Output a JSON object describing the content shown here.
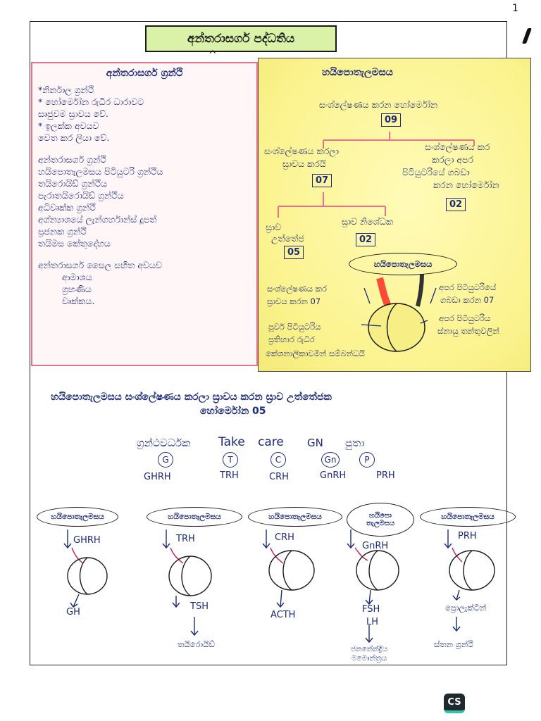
{
  "page": {
    "number": "1"
  },
  "title": "අන්තරාසර්ග පද්ධතිය",
  "left_panel": {
    "heading": "අන්තරාසර්ග ග්‍රන්ථි",
    "lines_a": [
      "*නිර්නාල ග්‍රන්ථි",
      "* හෝර්මෝන රුධිර ධාරාවට",
      "සෘජුවම ස්‍රාවය වේ.",
      "* ඉලක්ක අවයව",
      "වෙත කර ලියා වේ."
    ],
    "section2_title": "අන්තරාසර්ග ග්‍රන්ථි",
    "lines_b": [
      "හයිපොතැලමසය පිටියුටරි ග්‍රන්ථිය",
      "තයිරොයිඩ් ග්‍රන්ථිය",
      "පැරාතයිරොයිඩ් ග්‍රන්ථිය",
      "අධිවෘක්ක ග්‍රන්ථි",
      "අග්න්‍යාශයේ ලැන්ගර්හාන්ස් දූපත්",
      "ප්‍රජනක ග්‍රන්ථි",
      "තයිමස කේතුදේහය"
    ],
    "section3_title": "අන්තරාසර්ග සෛල සහිත අවයව",
    "lines_c": [
      "ආමාශය",
      "ග්‍රහණිය",
      "වෘක්කය."
    ]
  },
  "right_panel": {
    "heading": "හයිපොතැලමසය",
    "top_label": "සංශ්ලේෂණය කරන හෝර්මෝන",
    "top_count": "09",
    "left_label_1": "සංශ්ලේෂණය කරලා",
    "left_label_2": "ස්‍රාවය කරයි",
    "left_count": "07",
    "right_label_1": "සංශ්ලේෂණය කර",
    "right_label_2": "කරලා අපර",
    "right_label_3": "පිටියුටරියේ ගබඩා",
    "right_label_4": "කරන හෝර්මෝන",
    "right_count": "02",
    "sub_left_1": "ස්‍රාව",
    "sub_left_2": "උත්තේජ",
    "sub_left_count": "05",
    "sub_right": "ස්‍රාව නිශේධක",
    "sub_right_count": "02",
    "diagram_label": "හයිපොතැලමසය",
    "note_left_1": "සංශ්ලේෂණය කර",
    "note_left_2": "ස්‍රාවය කරන 07",
    "note_right_1": "අපර පිටියුටරියේ",
    "note_right_2": "ගබඩා කරන 07",
    "note_bl_1": "පූර්ව පිටියුටරිය",
    "note_bl_2": "ප්‍රතිහාර රුධිර",
    "note_bl_3": "කේශනාලිකාවමින් සම්බන්ධයි",
    "note_br_1": "අපර පිටියුටරිය",
    "note_br_2": "ස්නායු තන්තුවලින්"
  },
  "bottom": {
    "heading_1": "හයිපොතැලමසය සංශ්ලේෂණය කරලා ස්‍රාවය කරන ස්‍රාව උත්තේජක",
    "heading_2": "හෝර්මෝන 05",
    "mnemonic": [
      "ග්‍රන්ථවර්ධක",
      "Take",
      "care",
      "GN",
      "පුතා"
    ],
    "letters": [
      "G",
      "T",
      "C",
      "Gn",
      "P"
    ],
    "abbrevs": [
      "GHRH",
      "TRH",
      "CRH",
      "GnRH",
      "PRH"
    ],
    "columns": [
      {
        "oval": "හයිපොතැලමසය",
        "hormone": "GHRH",
        "out": "GH",
        "out2": "",
        "target": ""
      },
      {
        "oval": "හයිපොතැලමසය",
        "hormone": "TRH",
        "out": "TSH",
        "out2": "",
        "target": "තයිරොයිඩ්"
      },
      {
        "oval": "හයිපොතැලමසය",
        "hormone": "CRH",
        "out": "ACTH",
        "out2": "",
        "target": ""
      },
      {
        "oval": "හයිපො තැලමසය",
        "hormone": "GnRH",
        "out": "FSH",
        "out2": "LH",
        "target": "ජනනේන්ද්‍රිය මමොන්ත්‍රය"
      },
      {
        "oval": "හයිපොතැලමසය",
        "hormone": "PRH",
        "out": "ප්‍රොලැක්ටින්",
        "out2": "",
        "target": "ස්තන ග්‍රන්ථි"
      }
    ]
  },
  "logo": "CS",
  "colors": {
    "ink": "#1b2a7a",
    "pink_border": "#e8728a",
    "yellow": "#fbf38e",
    "title_bg": "#d9f2a8",
    "red_vessel": "#ff4a3a"
  }
}
